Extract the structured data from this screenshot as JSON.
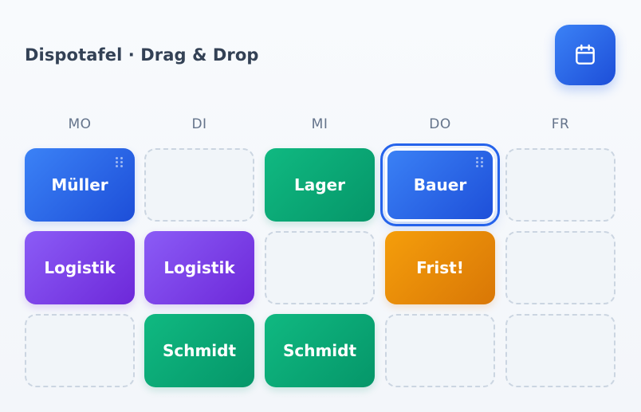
{
  "header": {
    "title": "Dispotafel · Drag & Drop",
    "calendar_icon": "calendar-icon"
  },
  "days": [
    "MO",
    "DI",
    "MI",
    "DO",
    "FR"
  ],
  "grid": [
    [
      {
        "label": "Müller",
        "color": "blue",
        "handle": true,
        "selected": false
      },
      {
        "label": "",
        "color": "empty",
        "handle": false,
        "selected": false
      },
      {
        "label": "Lager",
        "color": "green",
        "handle": false,
        "selected": false
      },
      {
        "label": "Bauer",
        "color": "blue",
        "handle": true,
        "selected": true
      },
      {
        "label": "",
        "color": "empty",
        "handle": false,
        "selected": false
      }
    ],
    [
      {
        "label": "Logistik",
        "color": "purple",
        "handle": false,
        "selected": false
      },
      {
        "label": "Logistik",
        "color": "purple",
        "handle": false,
        "selected": false
      },
      {
        "label": "",
        "color": "empty",
        "handle": false,
        "selected": false
      },
      {
        "label": "Frist!",
        "color": "orange",
        "handle": false,
        "selected": false
      },
      {
        "label": "",
        "color": "empty",
        "handle": false,
        "selected": false
      }
    ],
    [
      {
        "label": "",
        "color": "empty",
        "handle": false,
        "selected": false
      },
      {
        "label": "Schmidt",
        "color": "green",
        "handle": false,
        "selected": false
      },
      {
        "label": "Schmidt",
        "color": "green",
        "handle": false,
        "selected": false
      },
      {
        "label": "",
        "color": "empty",
        "handle": false,
        "selected": false
      },
      {
        "label": "",
        "color": "empty",
        "handle": false,
        "selected": false
      }
    ]
  ],
  "colors": {
    "blue": "#2563eb",
    "green": "#059669",
    "purple": "#7c3aed",
    "orange": "#f59e0b",
    "empty_border": "#cbd5e1"
  }
}
